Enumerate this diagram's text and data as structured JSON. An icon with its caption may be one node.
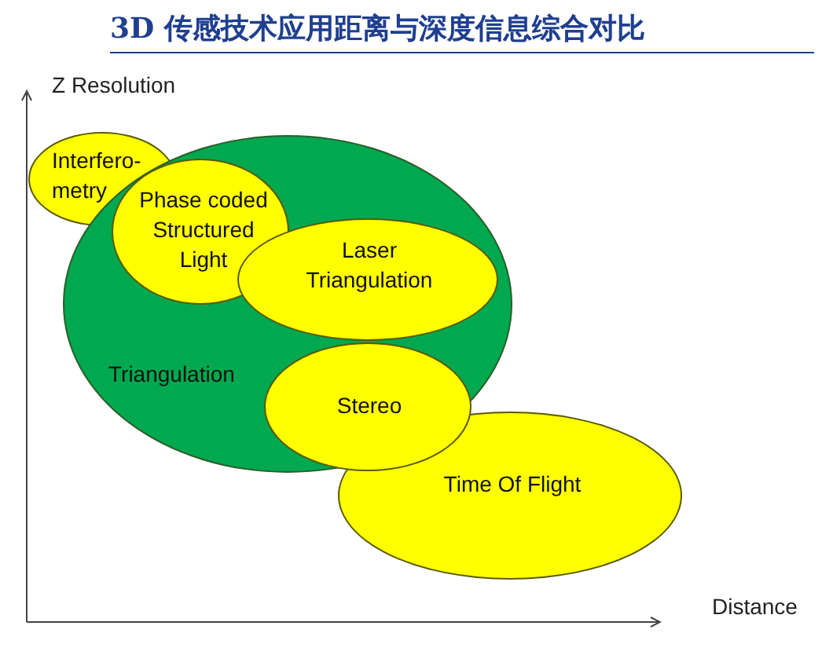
{
  "diagram": {
    "title": "3D 传感技术应用距离与深度信息综合对比",
    "nodes": [
      {
        "text": [
          "Interfero- metry"
        ]
      },
      {
        "text": [
          "Triangulation"
        ]
      },
      {
        "text": [
          "Phase coded Structured Light"
        ],
        "in": 1
      },
      {
        "text": [
          "Laser Triangulation"
        ],
        "in": 1
      },
      {
        "text": [
          "Stereo"
        ],
        "in": 1
      },
      {
        "text": [
          "Time Of Flight"
        ]
      }
    ],
    "labels": [
      "Z Resolution",
      "Distance"
    ]
  }
}
